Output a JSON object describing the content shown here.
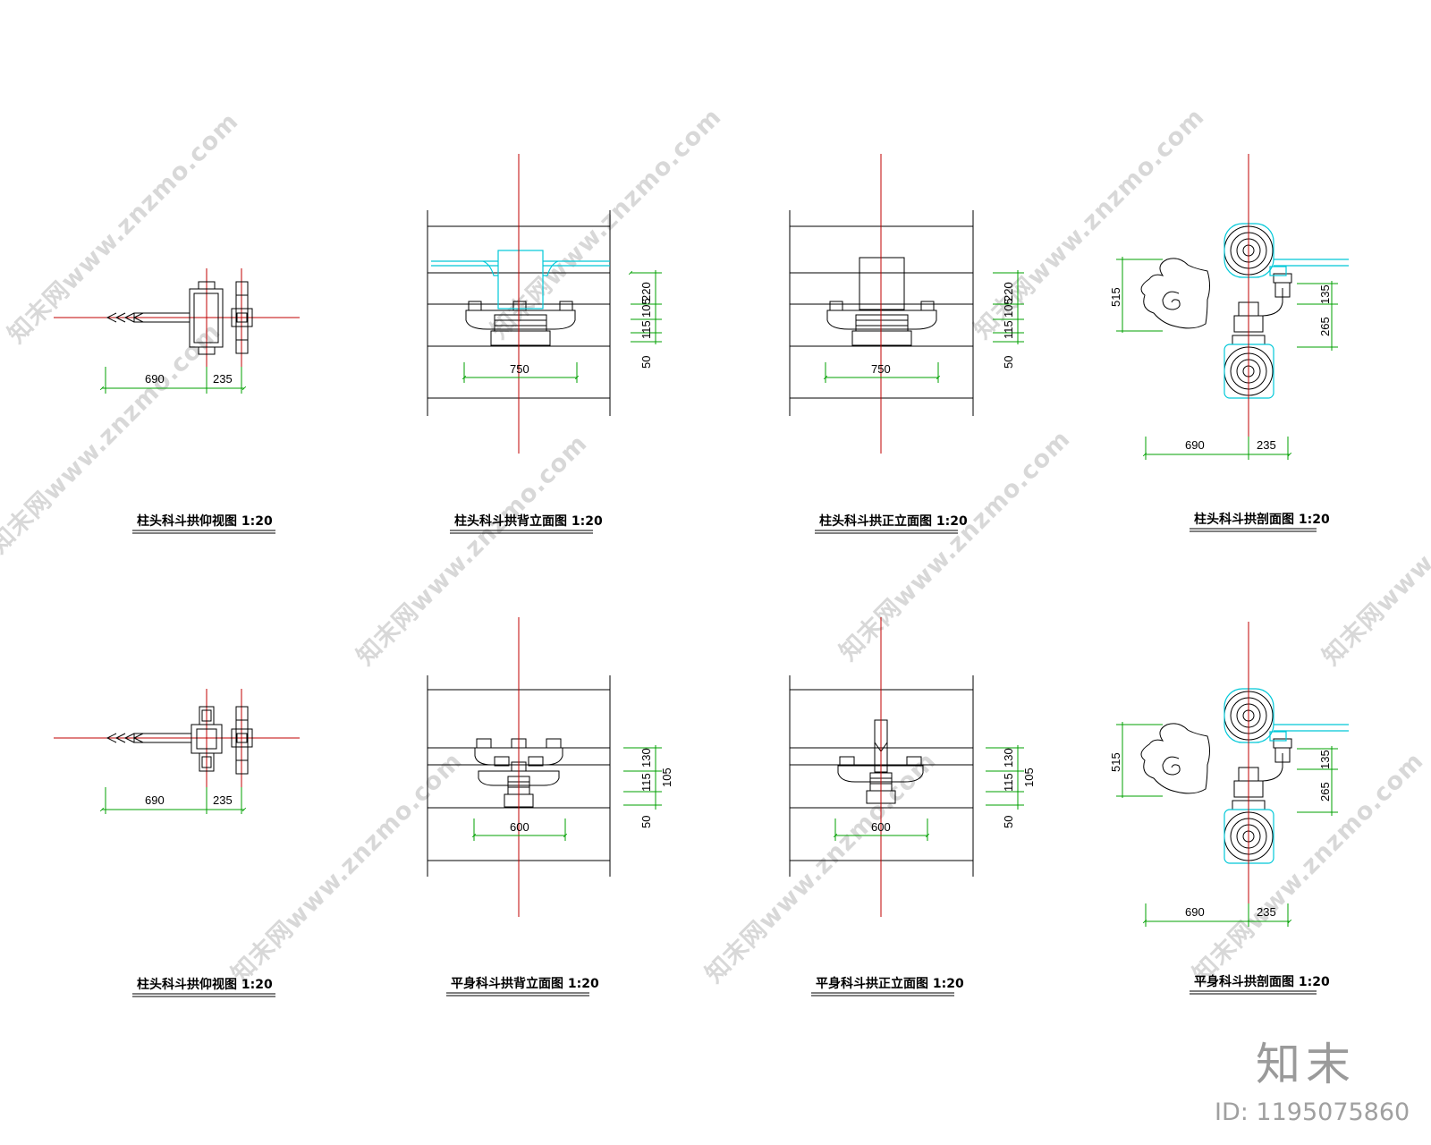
{
  "drawings": [
    {
      "title": "柱头科斗拱仰视图 1:20",
      "dims": [
        "690",
        "235"
      ]
    },
    {
      "title": "柱头科斗拱背立面图  1:20",
      "dims": [
        "750",
        "220",
        "105",
        "115",
        "50"
      ]
    },
    {
      "title": "柱头科斗拱正立面图  1:20",
      "dims": [
        "750",
        "220",
        "105",
        "115",
        "50"
      ]
    },
    {
      "title": "柱头科斗拱剖面图 1:20",
      "dims": [
        "515",
        "135",
        "265",
        "690",
        "235"
      ]
    },
    {
      "title": "柱头科斗拱仰视图 1:20",
      "dims": [
        "690",
        "235"
      ]
    },
    {
      "title": "平身科斗拱背立面图  1:20",
      "dims": [
        "600",
        "130",
        "115",
        "50",
        "105"
      ]
    },
    {
      "title": "平身科斗拱正立面图  1:20",
      "dims": [
        "600",
        "130",
        "115",
        "50",
        "105"
      ]
    },
    {
      "title": "平身科斗拱剖面图 1:20",
      "dims": [
        "515",
        "135",
        "265",
        "690",
        "235"
      ]
    }
  ],
  "watermark": "知末网www.znzmo.com",
  "brand": {
    "logo": "知末",
    "id": "ID: 1195075860"
  },
  "colors": {
    "centerline": "#c00000",
    "dimension": "#00a000",
    "cyan": "#00c8d8",
    "line": "#000000"
  }
}
